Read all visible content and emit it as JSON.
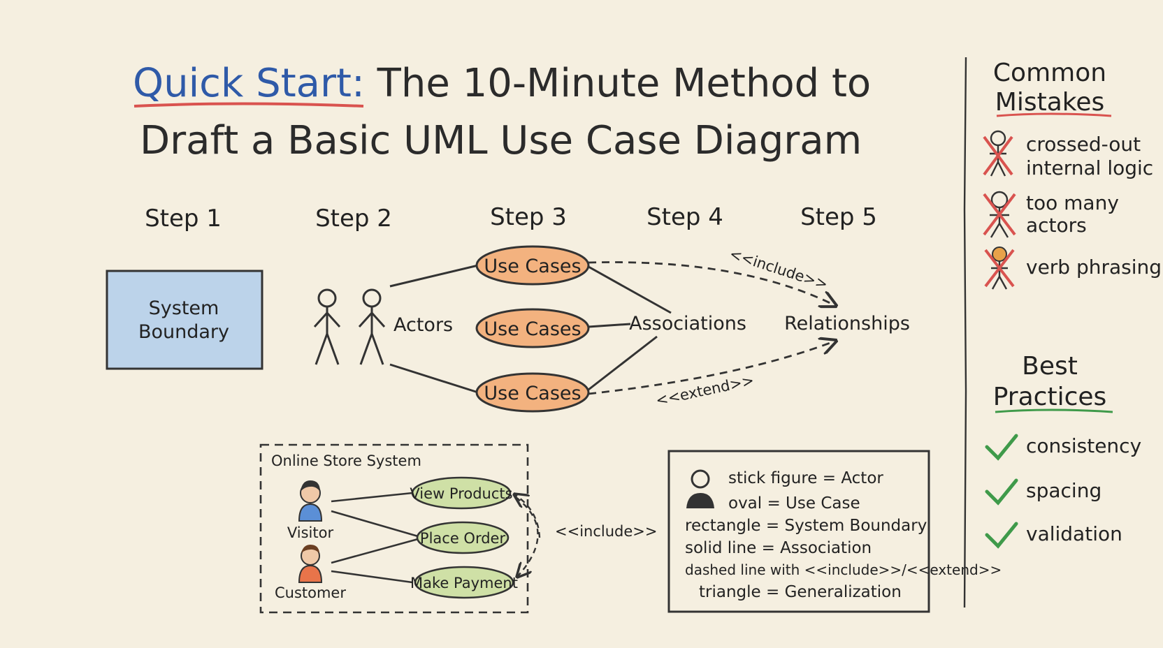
{
  "title": {
    "accent": "Quick Start:",
    "line1_rest": " The 10-Minute Method to",
    "line2": "Draft a Basic UML Use Case Diagram"
  },
  "steps": [
    "Step 1",
    "Step 2",
    "Step 3",
    "Step 4",
    "Step 5"
  ],
  "main_diagram": {
    "system_boundary": [
      "System",
      "Boundary"
    ],
    "actors_label": "Actors",
    "use_cases": [
      "Use Cases",
      "Use Cases",
      "Use Cases"
    ],
    "associations_label": "Associations",
    "relationships_label": "Relationships",
    "include_label": "<<include>>",
    "extend_label": "<<extend>>"
  },
  "example": {
    "system_name": "Online Store System",
    "actors": [
      "Visitor",
      "Customer"
    ],
    "use_cases": [
      "View Products",
      "Place Order",
      "Make Payment"
    ],
    "include_label": "<<include>>"
  },
  "legend": [
    "stick figure = Actor",
    "oval = Use Case",
    "rectangle = System Boundary",
    "solid line = Association",
    "dashed line with <<include>>/<<extend>>",
    "triangle = Generalization"
  ],
  "sidebar": {
    "mistakes_title": [
      "Common",
      "Mistakes"
    ],
    "mistakes": [
      [
        "crossed-out",
        "internal logic"
      ],
      [
        "too many",
        "actors"
      ],
      [
        "verb phrasing"
      ]
    ],
    "practices_title": [
      "Best",
      "Practices"
    ],
    "practices": [
      "consistency",
      "spacing",
      "validation"
    ]
  },
  "colors": {
    "accent_blue": "#2f5aa8",
    "accent_red": "#d9534f",
    "oval_orange": "#f3b27f",
    "oval_green": "#cfe0a6",
    "boundary_blue": "#bcd3ea",
    "check_green": "#3f9a4a"
  }
}
